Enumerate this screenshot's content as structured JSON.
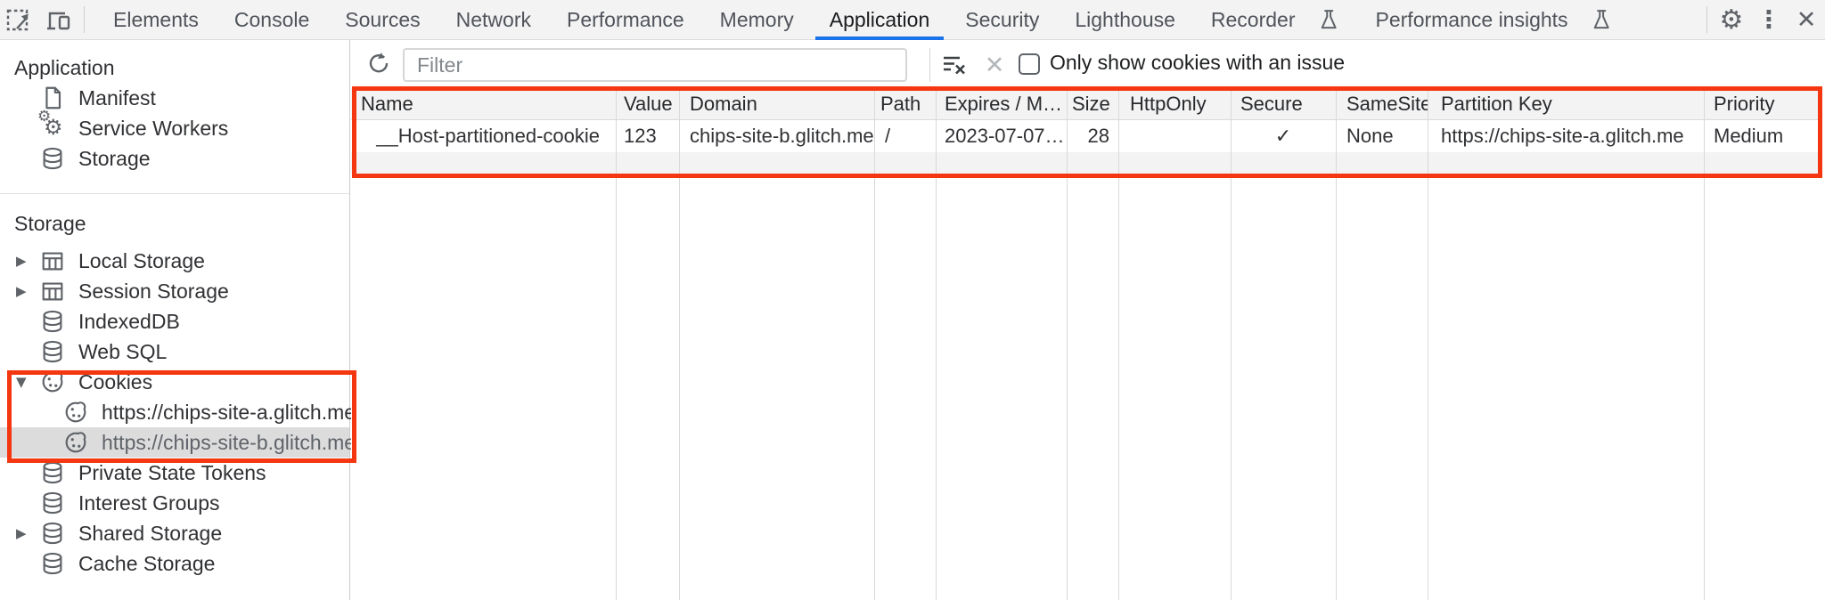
{
  "colors": {
    "accent_blue": "#1a73e8",
    "annotation_red": "#f43711",
    "icon_gray": "#5f6368"
  },
  "tabbar": {
    "left_icons": [
      {
        "icon": "inspect-icon"
      },
      {
        "icon": "device-toolbar-icon"
      }
    ],
    "tabs": [
      {
        "label": "Elements"
      },
      {
        "label": "Console"
      },
      {
        "label": "Sources"
      },
      {
        "label": "Network"
      },
      {
        "label": "Performance"
      },
      {
        "label": "Memory"
      },
      {
        "label": "Application",
        "selected": true
      },
      {
        "label": "Security"
      },
      {
        "label": "Lighthouse"
      },
      {
        "label": "Recorder",
        "flask": true
      },
      {
        "label": "Performance insights",
        "flask": true
      }
    ],
    "right_icons": [
      {
        "icon": "settings-gear-icon",
        "glyph": "⚙",
        "cls": "glyph-gear"
      },
      {
        "icon": "more-menu-icon",
        "glyph": "⋮",
        "cls": "glyph-dots"
      },
      {
        "icon": "close-icon",
        "glyph": "✕",
        "cls": "glyph-close"
      }
    ]
  },
  "sidebar": {
    "sections": [
      {
        "title": "Application",
        "items": [
          {
            "label": "Manifest",
            "icon": "document"
          },
          {
            "label": "Service Workers",
            "icon": "gears"
          },
          {
            "label": "Storage",
            "icon": "database"
          }
        ]
      },
      {
        "title": "Storage",
        "items": [
          {
            "label": "Local Storage",
            "icon": "table",
            "disclosure": "collapsed"
          },
          {
            "label": "Session Storage",
            "icon": "table",
            "disclosure": "collapsed"
          },
          {
            "label": "IndexedDB",
            "icon": "database"
          },
          {
            "label": "Web SQL",
            "icon": "database"
          },
          {
            "label": "Cookies",
            "icon": "cookie",
            "disclosure": "expanded"
          },
          {
            "label": "https://chips-site-a.glitch.me",
            "icon": "cookie",
            "child": true
          },
          {
            "label": "https://chips-site-b.glitch.me",
            "icon": "cookie",
            "child": true,
            "selected": true
          },
          {
            "label": "Private State Tokens",
            "icon": "database"
          },
          {
            "label": "Interest Groups",
            "icon": "database"
          },
          {
            "label": "Shared Storage",
            "icon": "database",
            "disclosure": "collapsed"
          },
          {
            "label": "Cache Storage",
            "icon": "database"
          }
        ]
      }
    ]
  },
  "toolbar": {
    "filter_placeholder": "Filter",
    "filter_value": "",
    "checkbox_checked": false,
    "checkbox_label": "Only show cookies with an issue"
  },
  "cookie_table": {
    "columns": [
      {
        "key": "name",
        "label": "Name"
      },
      {
        "key": "value",
        "label": "Value"
      },
      {
        "key": "domain",
        "label": "Domain"
      },
      {
        "key": "path",
        "label": "Path"
      },
      {
        "key": "expires",
        "label": "Expires / M…"
      },
      {
        "key": "size",
        "label": "Size"
      },
      {
        "key": "http_only",
        "label": "HttpOnly"
      },
      {
        "key": "secure",
        "label": "Secure"
      },
      {
        "key": "same_site",
        "label": "SameSite"
      },
      {
        "key": "partition_key",
        "label": "Partition Key"
      },
      {
        "key": "priority",
        "label": "Priority"
      }
    ],
    "row": {
      "name": "__Host-partitioned-cookie",
      "value": "123",
      "domain": "chips-site-b.glitch.me",
      "path": "/",
      "expires": "2023-07-07…",
      "size": "28",
      "http_only": "",
      "secure": "✓",
      "same_site": "None",
      "partition_key": "https://chips-site-a.glitch.me",
      "priority": "Medium"
    }
  }
}
